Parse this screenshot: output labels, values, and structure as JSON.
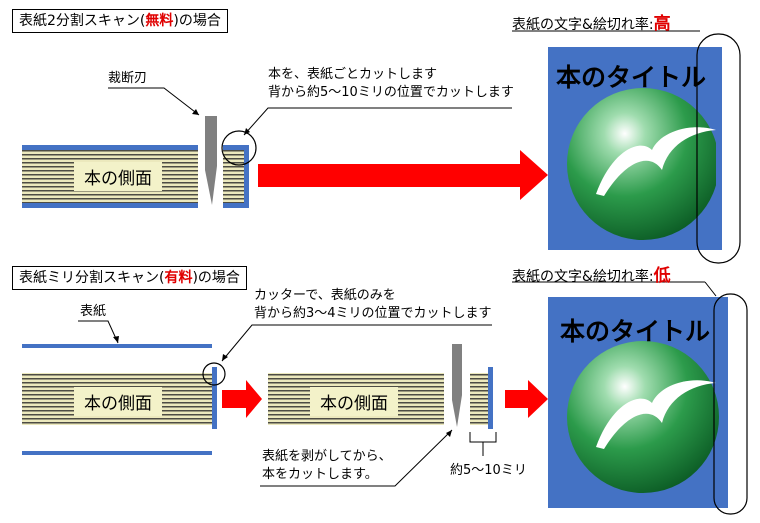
{
  "section1": {
    "title_prefix": "表紙2分割スキャン(",
    "title_highlight": "無料",
    "title_suffix": ")の場合",
    "blade_label": "裁断刃",
    "cut_note_line1": "本を、表紙ごとカットします",
    "cut_note_line2": "背から約5〜10ミリの位置でカットします",
    "book_label": "本の側面",
    "rate_label": "表紙の文字&絵切れ率:",
    "rate_value": "高",
    "cover_title": "本のタイトル"
  },
  "section2": {
    "title_prefix": "表紙ミリ分割スキャン(",
    "title_highlight": "有料",
    "title_suffix": ")の場合",
    "cover_label": "表紙",
    "cutter_note_line1": "カッターで、表紙のみを",
    "cutter_note_line2": "背から約3〜4ミリの位置でカットします",
    "book_label_1": "本の側面",
    "book_label_2": "本の側面",
    "peel_note_line1": "表紙を剥がしてから、",
    "peel_note_line2": "本をカットします。",
    "dimension_label": "約5〜10ミリ",
    "rate_label": "表紙の文字&絵切れ率:",
    "rate_value": "低",
    "cover_title": "本のタイトル"
  },
  "colors": {
    "arrow": "#ff0000",
    "cover_bg": "#4472c4",
    "book_edge": "#4472c4",
    "page_stripe": "#d9d6a0",
    "blade": "#808080",
    "sphere": "#1e8a3c",
    "accent_red": "#e00000"
  }
}
